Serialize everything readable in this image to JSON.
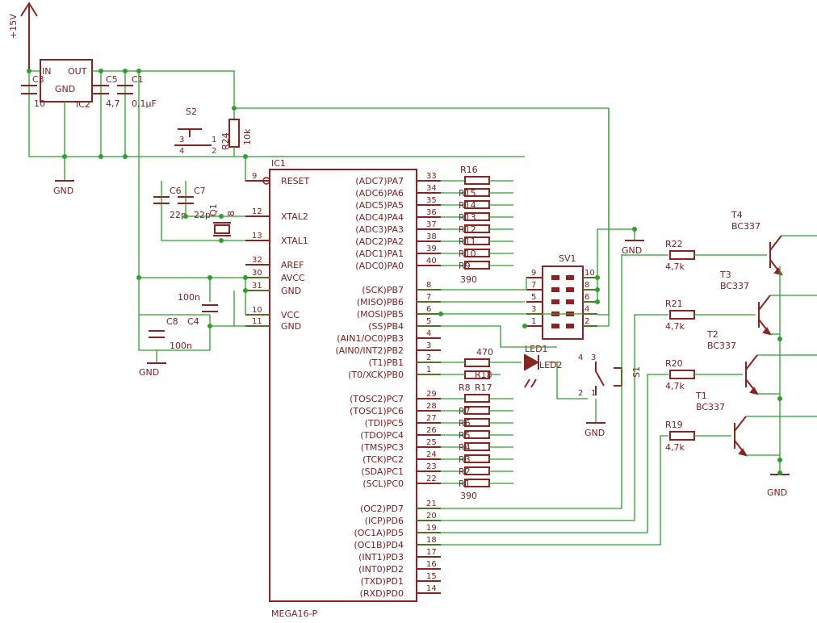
{
  "chip": {
    "name": "IC1",
    "part": "MEGA16-P",
    "left_pins": [
      {
        "num": "9",
        "label": "RESET"
      },
      {
        "num": "12",
        "label": "XTAL2"
      },
      {
        "num": "13",
        "label": "XTAL1"
      },
      {
        "num": "32",
        "label": "AREF"
      },
      {
        "num": "30",
        "label": "AVCC"
      },
      {
        "num": "31",
        "label": "GND"
      },
      {
        "num": "10",
        "label": "VCC"
      },
      {
        "num": "11",
        "label": "GND"
      }
    ],
    "right_pins": [
      {
        "num": "33",
        "label": "(ADC7)PA7"
      },
      {
        "num": "34",
        "label": "(ADC6)PA6"
      },
      {
        "num": "35",
        "label": "(ADC5)PA5"
      },
      {
        "num": "36",
        "label": "(ADC4)PA4"
      },
      {
        "num": "37",
        "label": "(ADC3)PA3"
      },
      {
        "num": "38",
        "label": "(ADC2)PA2"
      },
      {
        "num": "39",
        "label": "(ADC1)PA1"
      },
      {
        "num": "40",
        "label": "(ADC0)PA0"
      },
      {
        "num": "8",
        "label": "(SCK)PB7"
      },
      {
        "num": "7",
        "label": "(MISO)PB6"
      },
      {
        "num": "6",
        "label": "(MOSI)PB5"
      },
      {
        "num": "5",
        "label": "(SS)PB4"
      },
      {
        "num": "4",
        "label": "(AIN1/OC0)PB3"
      },
      {
        "num": "3",
        "label": "(AIN0/INT2)PB2"
      },
      {
        "num": "2",
        "label": "(T1)PB1"
      },
      {
        "num": "1",
        "label": "(T0/XCK)PB0"
      },
      {
        "num": "29",
        "label": "(TOSC2)PC7"
      },
      {
        "num": "28",
        "label": "(TOSC1)PC6"
      },
      {
        "num": "27",
        "label": "(TDI)PC5"
      },
      {
        "num": "26",
        "label": "(TDO)PC4"
      },
      {
        "num": "25",
        "label": "(TMS)PC3"
      },
      {
        "num": "24",
        "label": "(TCK)PC2"
      },
      {
        "num": "23",
        "label": "(SDA)PC1"
      },
      {
        "num": "22",
        "label": "(SCL)PC0"
      },
      {
        "num": "21",
        "label": "(OC2)PD7"
      },
      {
        "num": "20",
        "label": "(ICP)PD6"
      },
      {
        "num": "19",
        "label": "(OC1A)PD5"
      },
      {
        "num": "18",
        "label": "(OC1B)PD4"
      },
      {
        "num": "17",
        "label": "(INT1)PD3"
      },
      {
        "num": "16",
        "label": "(INT0)PD2"
      },
      {
        "num": "15",
        "label": "(TXD)PD1"
      },
      {
        "num": "14",
        "label": "(RXD)PD0"
      }
    ]
  },
  "power": {
    "supply": "+15V",
    "regulator": {
      "name": "IC2",
      "in": "IN",
      "out": "OUT",
      "gnd": "GND"
    },
    "gnd_labels": [
      "GND",
      "GND",
      "GND",
      "GND",
      "GND"
    ]
  },
  "caps": [
    {
      "name": "C3",
      "value": "10"
    },
    {
      "name": "C5",
      "value": "4,7"
    },
    {
      "name": "C1",
      "value": "0,1µF"
    },
    {
      "name": "C6",
      "value": "22p"
    },
    {
      "name": "C7",
      "value": "22p"
    },
    {
      "name": "C4",
      "value": "100n"
    },
    {
      "name": "C8",
      "value": "100n"
    }
  ],
  "reset": {
    "switch": "S2",
    "switch_pins": [
      "3",
      "4",
      "1",
      "2"
    ],
    "resistor": "R24",
    "resistor_value": "10k"
  },
  "crystal": {
    "name": "Q1",
    "value": "8"
  },
  "porta_resistors": {
    "top_label": "R16",
    "labels": [
      "R15",
      "R14",
      "R13",
      "R12",
      "R11",
      "R10",
      "R9"
    ],
    "value": "390"
  },
  "portc_resistors": {
    "labels": [
      "R7",
      "R6",
      "R5",
      "R4",
      "R3",
      "R2",
      "R1"
    ],
    "value": "390"
  },
  "led": {
    "name": "LED1",
    "resistor_a": "R8",
    "resistor_a_value": "470",
    "resistor_b": "R17",
    "resistor_b_value": "R18",
    "series": "LED2"
  },
  "header": {
    "name": "SV1",
    "left": [
      "9",
      "7",
      "5",
      "3",
      "1"
    ],
    "right": [
      "10",
      "8",
      "6",
      "4",
      "2"
    ]
  },
  "switch_s1": {
    "name": "S1",
    "pins": [
      "4",
      "3",
      "2",
      "1"
    ]
  },
  "transistors": [
    {
      "name": "T4",
      "part": "BC337",
      "resistor": "R22",
      "value": "4,7k"
    },
    {
      "name": "T3",
      "part": "BC337",
      "resistor": "R21",
      "value": "4,7k"
    },
    {
      "name": "T2",
      "part": "BC337",
      "resistor": "R20",
      "value": "4,7k"
    },
    {
      "name": "T1",
      "part": "BC337",
      "resistor": "R19",
      "value": "4,7k"
    }
  ]
}
